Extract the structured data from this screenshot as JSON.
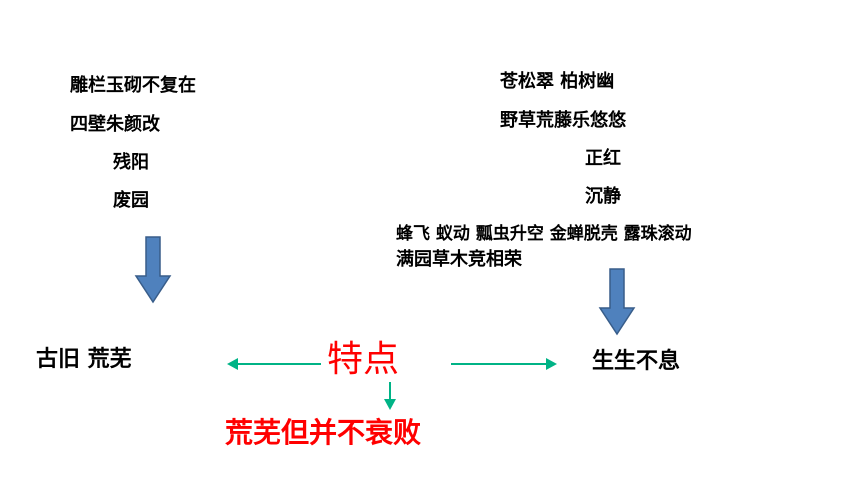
{
  "left": {
    "lines": [
      "雕栏玉砌不复在",
      "四壁朱颜改",
      "残阳",
      "废园"
    ],
    "result": "古旧  荒芜"
  },
  "right": {
    "lines": [
      "苍松翠  柏树幽",
      "野草荒藤乐悠悠",
      "正红",
      "沉静",
      "蜂飞    蚁动    瓢虫升空    金蝉脱壳    露珠滚动",
      "满园草木竞相荣"
    ],
    "result": "生生不息"
  },
  "center": {
    "title": "特点",
    "conclusion": "荒芜但并不衰败"
  },
  "colors": {
    "block_arrow_fill": "#4f81bd",
    "block_arrow_stroke": "#385d8a",
    "connector": "#00b386",
    "title": "#ff0000",
    "conclusion": "#ff0000"
  }
}
